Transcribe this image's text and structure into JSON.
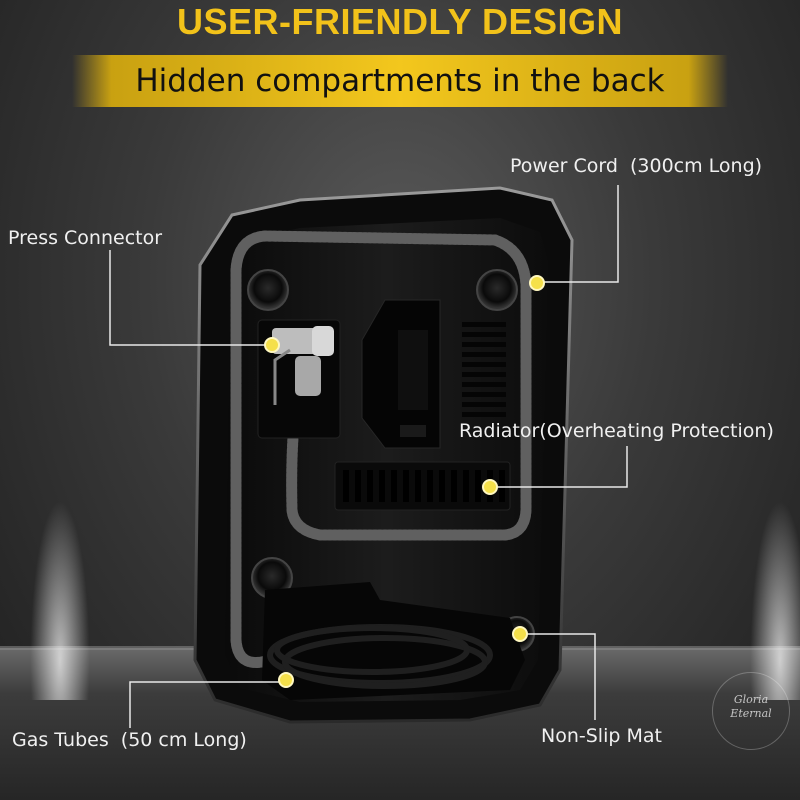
{
  "header": {
    "title": "USER-FRIENDLY DESIGN",
    "subtitle": "Hidden compartments in the back"
  },
  "callouts": {
    "power_cord": "Power Cord  (300cm Long)",
    "press_connector": "Press Connector",
    "radiator": "Radiator(Overheating Protection)",
    "gas_tubes": "Gas Tubes  (50 cm Long)",
    "non_slip_mat": "Non-Slip Mat"
  },
  "watermark": {
    "text": "Gloria Eternal"
  },
  "colors": {
    "accent_yellow": "#f3c71d",
    "title_yellow": "#f2c21a",
    "marker_yellow": "#f5e04a",
    "device_body": "#151515",
    "leader_line": "#e8e8e8"
  }
}
